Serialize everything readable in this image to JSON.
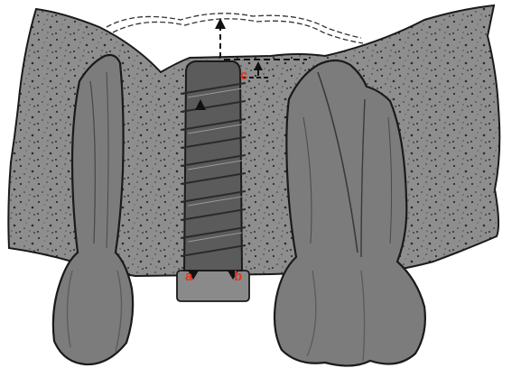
{
  "labels": {
    "a": "a",
    "b": "b",
    "c": "c"
  },
  "colors": {
    "bone": "#8e8e8e",
    "bone_dots": "#2b2b2b",
    "tooth": "#7c7c7c",
    "tooth_shadow": "#5e5e5e",
    "implant": "#5b5b5b",
    "outline": "#1a1a1a",
    "label_red": "#e0361f",
    "arrow": "#111111"
  }
}
